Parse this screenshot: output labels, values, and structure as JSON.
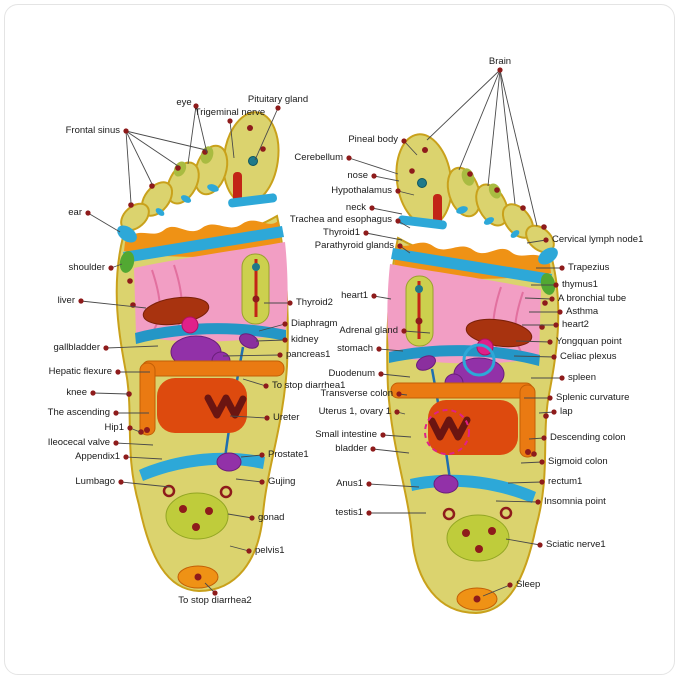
{
  "figure": {
    "kind": "foot reflexology zone diagram",
    "feet": [
      "left-foot-sole",
      "right-foot-sole"
    ]
  },
  "colors": {
    "foot_skin": "#dbd36e",
    "foot_outline": "#c9a11b",
    "zone_pink": "#f29ec4",
    "zone_blue": "#2da8d8",
    "zone_orange": "#ea7a12",
    "zone_orange_band": "#ef9215",
    "zone_red": "#dd4a0e",
    "zone_dark_red": "#a8330f",
    "zone_maroon_dot": "#8e1b1b",
    "zone_purple": "#9231a8",
    "zone_magenta": "#e0218a",
    "zone_olive": "#ccd04e",
    "zone_heel_green": "#bfcc3b",
    "label_text": "#1b1b1b",
    "leader_line": "#4a4a4a"
  },
  "labels": [
    {
      "id": "frontal-sinus",
      "text": "Frontal sinus",
      "group": "top-left"
    },
    {
      "id": "eye",
      "text": "eye",
      "group": "top-left"
    },
    {
      "id": "trigeminal-nerve",
      "text": "Trigeminal nerve",
      "group": "top-left"
    },
    {
      "id": "pituitary-gland",
      "text": "Pituitary gland",
      "group": "top-left"
    },
    {
      "id": "ear",
      "text": "ear",
      "group": "left-column"
    },
    {
      "id": "shoulder",
      "text": "shoulder",
      "group": "left-column"
    },
    {
      "id": "liver",
      "text": "liver",
      "group": "left-column"
    },
    {
      "id": "gallbladder",
      "text": "gallbladder",
      "group": "left-column"
    },
    {
      "id": "hepatic-flexure",
      "text": "Hepatic flexure",
      "group": "left-column"
    },
    {
      "id": "knee",
      "text": "knee",
      "group": "left-column"
    },
    {
      "id": "the-ascending",
      "text": "The ascending",
      "group": "left-column"
    },
    {
      "id": "hip1",
      "text": "Hip1",
      "group": "left-column"
    },
    {
      "id": "ileocecal-valve",
      "text": "Ileocecal valve",
      "group": "left-column"
    },
    {
      "id": "appendix1",
      "text": "Appendix1",
      "group": "left-column"
    },
    {
      "id": "lumbago",
      "text": "Lumbago",
      "group": "left-column"
    },
    {
      "id": "thyroid2",
      "text": "Thyroid2",
      "group": "middle-left-foot"
    },
    {
      "id": "diaphragm",
      "text": "Diaphragm",
      "group": "middle-left-foot"
    },
    {
      "id": "kidney",
      "text": "kidney",
      "group": "middle-left-foot"
    },
    {
      "id": "pancreas1",
      "text": "pancreas1",
      "group": "middle-left-foot"
    },
    {
      "id": "to-stop-diarrhea1",
      "text": "To stop diarrhea1",
      "group": "middle-left-foot"
    },
    {
      "id": "ureter",
      "text": "Ureter",
      "group": "middle-left-foot"
    },
    {
      "id": "prostate1",
      "text": "Prostate1",
      "group": "middle-left-foot"
    },
    {
      "id": "gujing",
      "text": "Gujing",
      "group": "middle-left-foot"
    },
    {
      "id": "gonad",
      "text": "gonad",
      "group": "middle-left-foot"
    },
    {
      "id": "pelvis1",
      "text": "pelvis1",
      "group": "middle-left-foot"
    },
    {
      "id": "to-stop-diarrhea2",
      "text": "To stop diarrhea2",
      "group": "middle-left-foot"
    },
    {
      "id": "cerebellum",
      "text": "Cerebellum",
      "group": "middle-right-foot"
    },
    {
      "id": "pineal-body",
      "text": "Pineal body",
      "group": "middle-right-foot"
    },
    {
      "id": "nose",
      "text": "nose",
      "group": "middle-right-foot"
    },
    {
      "id": "hypothalamus",
      "text": "Hypothalamus",
      "group": "middle-right-foot"
    },
    {
      "id": "neck",
      "text": "neck",
      "group": "middle-right-foot"
    },
    {
      "id": "trachea-and-esophagus",
      "text": "Trachea and esophagus",
      "group": "middle-right-foot"
    },
    {
      "id": "thyroid1",
      "text": "Thyroid1",
      "group": "middle-right-foot"
    },
    {
      "id": "parathyroid-glands",
      "text": "Parathyroid glands",
      "group": "middle-right-foot"
    },
    {
      "id": "heart1",
      "text": "heart1",
      "group": "middle-right-foot"
    },
    {
      "id": "adrenal-gland",
      "text": "Adrenal gland",
      "group": "middle-right-foot"
    },
    {
      "id": "stomach",
      "text": "stomach",
      "group": "middle-right-foot"
    },
    {
      "id": "duodenum",
      "text": "Duodenum",
      "group": "middle-right-foot"
    },
    {
      "id": "transverse-colon",
      "text": "Transverse colon",
      "group": "middle-right-foot"
    },
    {
      "id": "uterus1-ovary1",
      "text": "Uterus 1, ovary 1",
      "group": "middle-right-foot"
    },
    {
      "id": "small-intestine",
      "text": "Small intestine",
      "group": "middle-right-foot"
    },
    {
      "id": "bladder",
      "text": "bladder",
      "group": "middle-right-foot"
    },
    {
      "id": "anus1",
      "text": "Anus1",
      "group": "middle-right-foot"
    },
    {
      "id": "testis1",
      "text": "testis1",
      "group": "middle-right-foot"
    },
    {
      "id": "brain",
      "text": "Brain",
      "group": "top-right"
    },
    {
      "id": "cervical-lymph-node1",
      "text": "Cervical lymph node1",
      "group": "right-column"
    },
    {
      "id": "trapezius",
      "text": "Trapezius",
      "group": "right-column"
    },
    {
      "id": "thymus1",
      "text": "thymus1",
      "group": "right-column"
    },
    {
      "id": "a-bronchial-tube",
      "text": "A bronchial tube",
      "group": "right-column"
    },
    {
      "id": "asthma",
      "text": "Asthma",
      "group": "right-column"
    },
    {
      "id": "heart2",
      "text": "heart2",
      "group": "right-column"
    },
    {
      "id": "yongquan-point",
      "text": "Yongquan point",
      "group": "right-column"
    },
    {
      "id": "celiac-plexus",
      "text": "Celiac plexus",
      "group": "right-column"
    },
    {
      "id": "spleen",
      "text": "spleen",
      "group": "right-column"
    },
    {
      "id": "splenic-curvature",
      "text": "Splenic curvature",
      "group": "right-column"
    },
    {
      "id": "lap",
      "text": "lap",
      "group": "right-column"
    },
    {
      "id": "descending-colon",
      "text": "Descending colon",
      "group": "right-column"
    },
    {
      "id": "sigmoid-colon",
      "text": "Sigmoid colon",
      "group": "right-column"
    },
    {
      "id": "rectum1",
      "text": "rectum1",
      "group": "right-column"
    },
    {
      "id": "insomnia-point",
      "text": "Insomnia point",
      "group": "right-column"
    },
    {
      "id": "sciatic-nerve1",
      "text": "Sciatic nerve1",
      "group": "right-column"
    },
    {
      "id": "sleep",
      "text": "Sleep",
      "group": "right-column"
    }
  ]
}
